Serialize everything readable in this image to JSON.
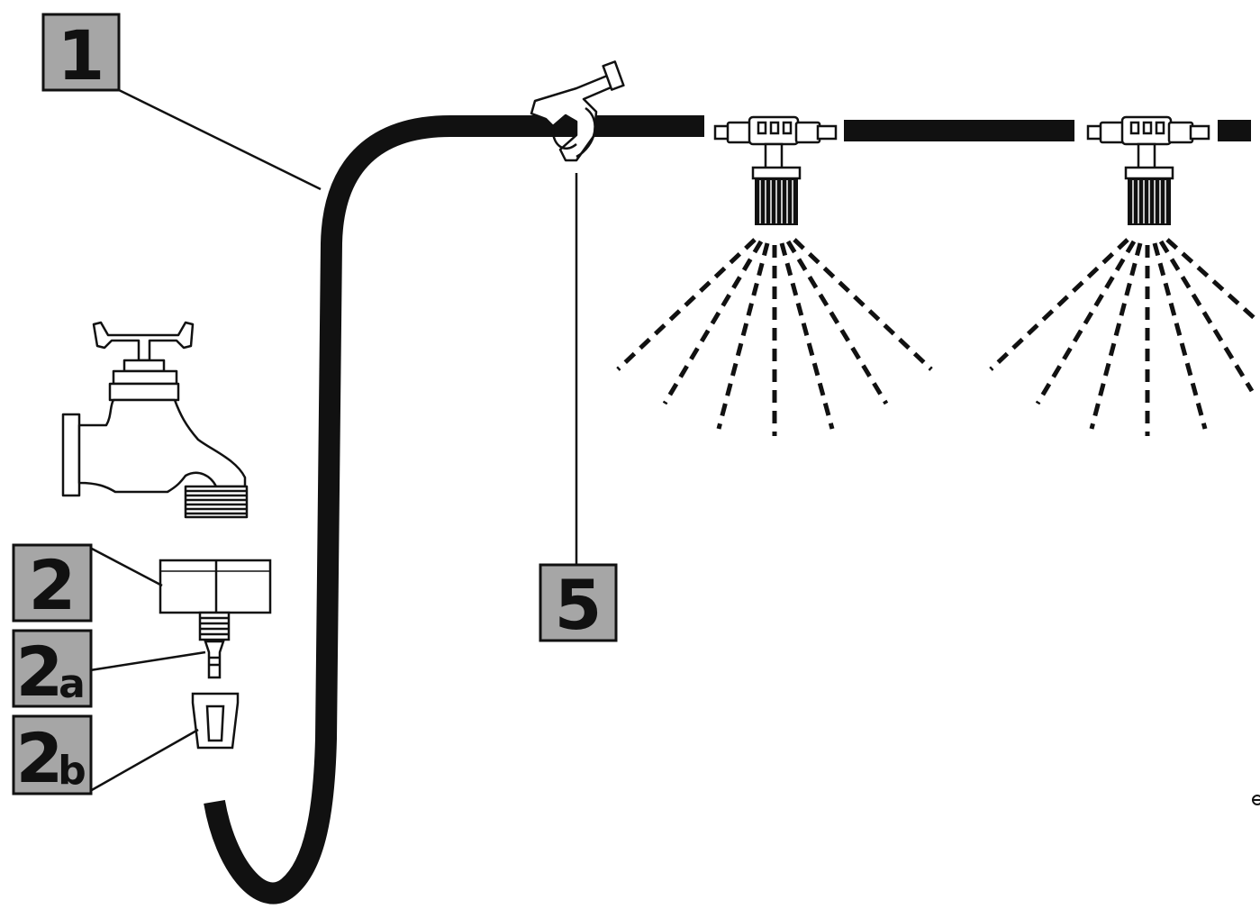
{
  "labels": {
    "hose": {
      "main": "1"
    },
    "adapter": {
      "main": "2"
    },
    "adapter_a": {
      "main": "2",
      "sub": "a"
    },
    "adapter_b": {
      "main": "2",
      "sub": "b"
    },
    "clip": {
      "main": "5"
    }
  },
  "colors": {
    "label_fill": "#a6a6a6",
    "ink": "#111111",
    "background": "#ffffff"
  }
}
